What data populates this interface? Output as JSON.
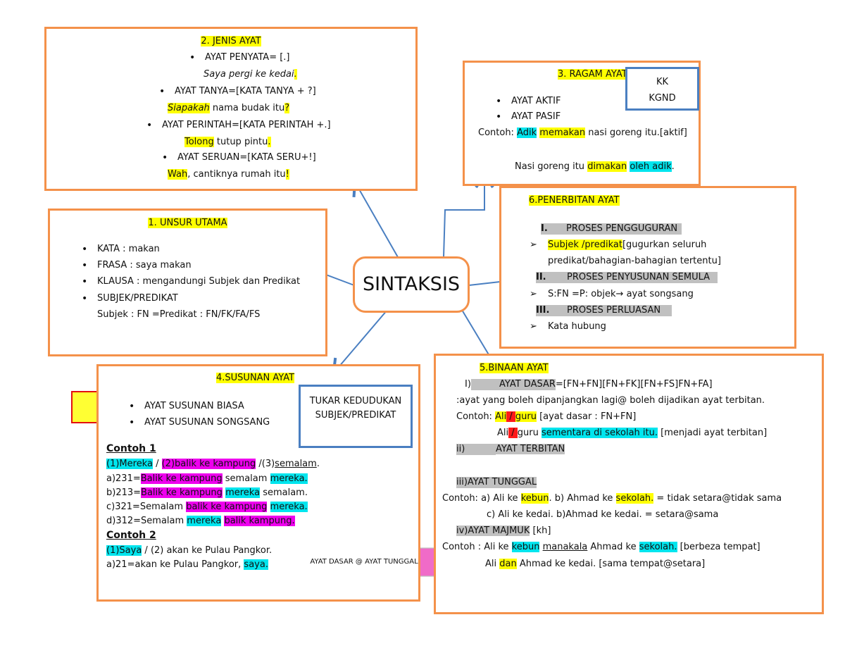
{
  "center": {
    "label": "SINTAKSIS"
  },
  "jenis": {
    "title": "2. JENIS AYAT",
    "l1": "AYAT PENYATA= [.]",
    "l1e_a": "Saya pergi ke kedai",
    "l1e_b": ".",
    "l2": "AYAT TANYA=[KATA TANYA + ?]",
    "l2e_a": "Siapakah",
    "l2e_b": " nama budak itu",
    "l2e_c": "?",
    "l3": "AYAT PERINTAH=[KATA PERINTAH +.]",
    "l3e_a": "Tolong",
    "l3e_b": " tutup pintu",
    "l3e_c": ".",
    "l4": "AYAT SERUAN=[KATA SERU+!]",
    "l4e_a": "Wah",
    "l4e_b": ", cantiknya rumah itu",
    "l4e_c": "!"
  },
  "ragam": {
    "title": "3. RAGAM AYAT",
    "l1": "AYAT AKTIF",
    "l2": "AYAT PASIF",
    "c_a": "Contoh: ",
    "c_b": "Adik",
    "c_c": " ",
    "c_d": "memakan",
    "c_e": " nasi goreng itu.[aktif]",
    "p_a": "Nasi goreng itu ",
    "p_b": "dimakan",
    "p_c": " ",
    "p_d": "oleh adik",
    "p_e": ".",
    "kk1": "KK",
    "kk2": "KGND"
  },
  "unsur": {
    "title": "1. UNSUR UTAMA",
    "l1": "KATA : makan",
    "l2": "FRASA : saya makan",
    "l3": "KLAUSA : mengandungi Subjek dan Predikat",
    "l4": "SUBJEK/PREDIKAT",
    "l5": "Subjek : FN =Predikat  : FN/FK/FA/FS"
  },
  "penerbitan": {
    "title": "6.PENERBITAN AYAT",
    "h1n": "I.",
    "h1": "PROSES PENGGUGURAN",
    "s1a": "Subjek /predikat",
    "s1b": "[gugurkan seluruh",
    "s1c": "predikat/bahagian-bahagian tertentu]",
    "h2n": "II.",
    "h2": "PROSES PENYUSUNAN SEMULA",
    "s2": "S:FN  =P: objek→ ayat songsang",
    "h3n": "III.",
    "h3": "PROSES PERLUASAN",
    "s3": "Kata hubung"
  },
  "susunan": {
    "title": "4.SUSUNAN AYAT",
    "l1": "AYAT SUSUNAN BIASA",
    "l2": "AYAT SUSUNAN SONGSANG",
    "tukar1": "TUKAR KEDUDUKAN",
    "tukar2": "SUBJEK/PREDIKAT",
    "c1": "Contoh 1",
    "r1a": "(1)Mereka",
    "r1b": " / ",
    "r1c": "(2)balik ke kampung",
    "r1d": " /(3)",
    "r1e": "semalam",
    "r1f": ".",
    "a_a": "a)231=",
    "a_b": "Balik ke kampung",
    "a_c": " semalam ",
    "a_d": "mereka.",
    "b_a": "b)213=",
    "b_b": "Balik ke kampung",
    "b_c": " ",
    "b_d": "mereka",
    "b_e": " semalam.",
    "cc_a": "c)321=Semalam ",
    "cc_b": "balik ke kampung",
    "cc_c": " ",
    "cc_d": "mereka.",
    "d_a": "d)312=Semalam ",
    "d_b": "mereka",
    "d_c": " ",
    "d_d": "balik kampung.",
    "c2": "Contoh 2",
    "e_a": "(1)Saya",
    "e_b": " / (2) akan ke Pulau Pangkor.",
    "f_a": "a)21=akan ke Pulau Pangkor, ",
    "f_b": "saya."
  },
  "dasar_arrow": {
    "label": "AYAT DASAR @ AYAT TUNGGAL"
  },
  "binaan": {
    "title": "5.BINAAN AYAT",
    "i_a": "I)",
    "i_b": "AYAT DASAR",
    "i_c": "=[FN+FN][FN+FK][FN+FS]FN+FA]",
    "i2": ":ayat yang boleh dipanjangkan lagi@ boleh dijadikan ayat terbitan.",
    "ca_a": "Contoh: ",
    "ca_b": "Ali",
    "ca_c": " / ",
    "ca_d": "guru",
    "ca_e": " [ayat dasar : FN+FN]",
    "cb_a": "Ali",
    "cb_b": " / ",
    "cb_c": "guru",
    "cb_d": " ",
    "cb_e": "sementara di sekolah itu.",
    "cb_f": " [menjadi ayat terbitan]",
    "ii_a": "ii)",
    "ii_b": "AYAT TERBITAN",
    "iii": "iii)AYAT TUNGGAL",
    "t1_a": "Contoh: a) Ali ke ",
    "t1_b": "kebun",
    "t1_c": ".  b) Ahmad ke ",
    "t1_d": "sekolah.",
    "t1_e": " = tidak setara@tidak sama",
    "t2": "c) Ali ke kedai.   b)Ahmad ke kedai. = setara@sama",
    "iv_a": "iv)AYAT MAJMUK",
    "iv_b": " [kh]",
    "m1_a": "Contoh : Ali ke ",
    "m1_b": "kebun",
    "m1_c": " ",
    "m1_d": "manakala",
    "m1_e": " Ahmad ke ",
    "m1_f": "sekolah.",
    "m1_g": " [berbeza tempat]",
    "m2_a": "Ali ",
    "m2_b": "dan",
    "m2_c": " Ahmad ke kedai. [sama tempat@setara]"
  },
  "colors": {
    "border": "#f4914a",
    "connector": "#4a7fc1",
    "highlight_yellow": "#ffff00",
    "highlight_cyan": "#00e5ee",
    "highlight_magenta": "#ee00ee",
    "pink_arrow": "#f06bc8"
  }
}
